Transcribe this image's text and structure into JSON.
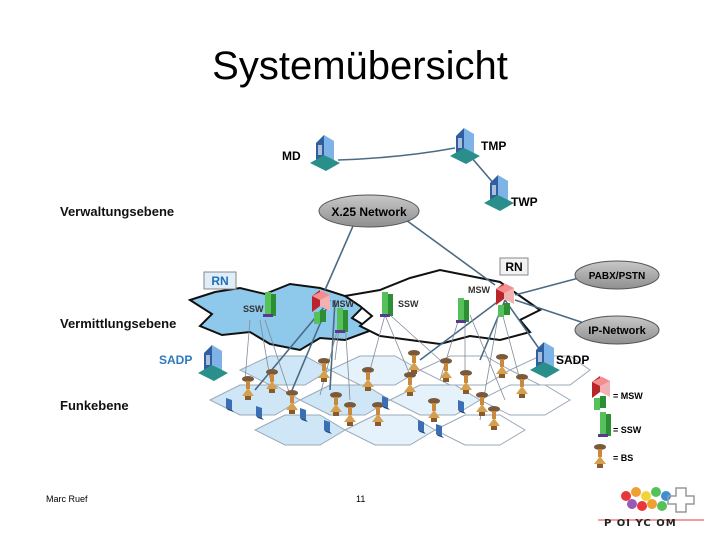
{
  "title": "Systemübersicht",
  "layers": {
    "admin": "Verwaltungsebene",
    "switching": "Vermittlungsebene",
    "radio": "Funkebene"
  },
  "nodes": {
    "md": "MD",
    "tmp": "TMP",
    "twp": "TWP",
    "x25": "X.25 Network",
    "rn_left": "RN",
    "rn_right": "RN",
    "pabx": "PABX/PSTN",
    "ip": "IP-Network",
    "sadp_left": "SADP",
    "sadp_right": "SADP",
    "ssw_left": "SSW",
    "msw_left": "MSW",
    "ssw_mid": "SSW",
    "msw_right": "MSW"
  },
  "legend": {
    "msw": "= MSW",
    "ssw": "= SSW",
    "bs": "= BS"
  },
  "footer": {
    "author": "Marc Ruef",
    "page": "11"
  },
  "colors": {
    "blue_region": "#8ec8ea",
    "ellipse": "#a6a6a6",
    "msw_red": "#e8373b",
    "ssw_green": "#56c15a",
    "line": "#4a6b86"
  }
}
